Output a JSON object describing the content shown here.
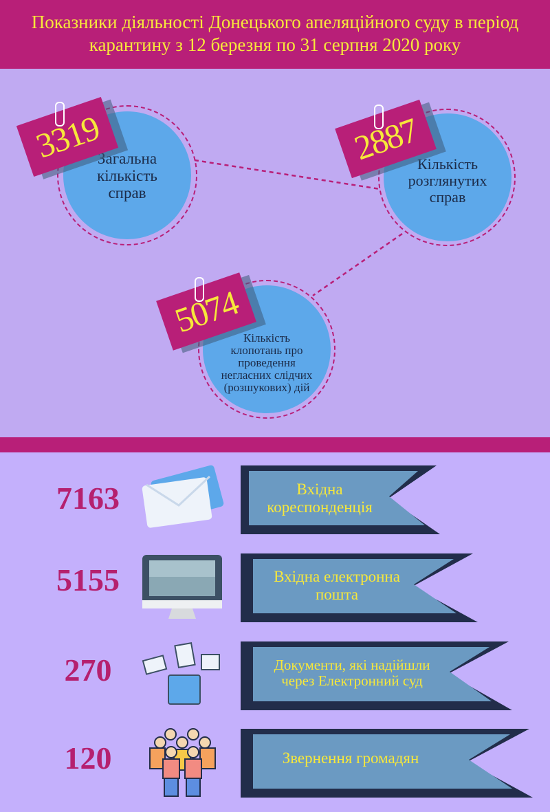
{
  "header": {
    "title": "Показники діяльності Донецького апеляційного суду в період карантину з 12 березня по 31 серпня 2020 року"
  },
  "stats": [
    {
      "value": "3319",
      "label": "Загальна кількість справ"
    },
    {
      "value": "2887",
      "label": "Кількість розглянутих справ"
    },
    {
      "value": "5074",
      "label": "Кількість клопотань про проведення негласних слідчих (розшукових) дій"
    }
  ],
  "rows": [
    {
      "value": "7163",
      "icon": "envelope-icon",
      "label": "Вхідна кореспонденція"
    },
    {
      "value": "5155",
      "icon": "monitor-icon",
      "label": "Вхідна електронна пошта"
    },
    {
      "value": "270",
      "icon": "documents-folder-icon",
      "label": "Документи, які надійшли через Електронний суд"
    },
    {
      "value": "120",
      "icon": "people-group-icon",
      "label": "Звернення громадян"
    }
  ],
  "colors": {
    "magenta": "#b81f78",
    "yellow": "#f7e83a",
    "blue": "#5da8ea",
    "navy": "#222d4a"
  }
}
